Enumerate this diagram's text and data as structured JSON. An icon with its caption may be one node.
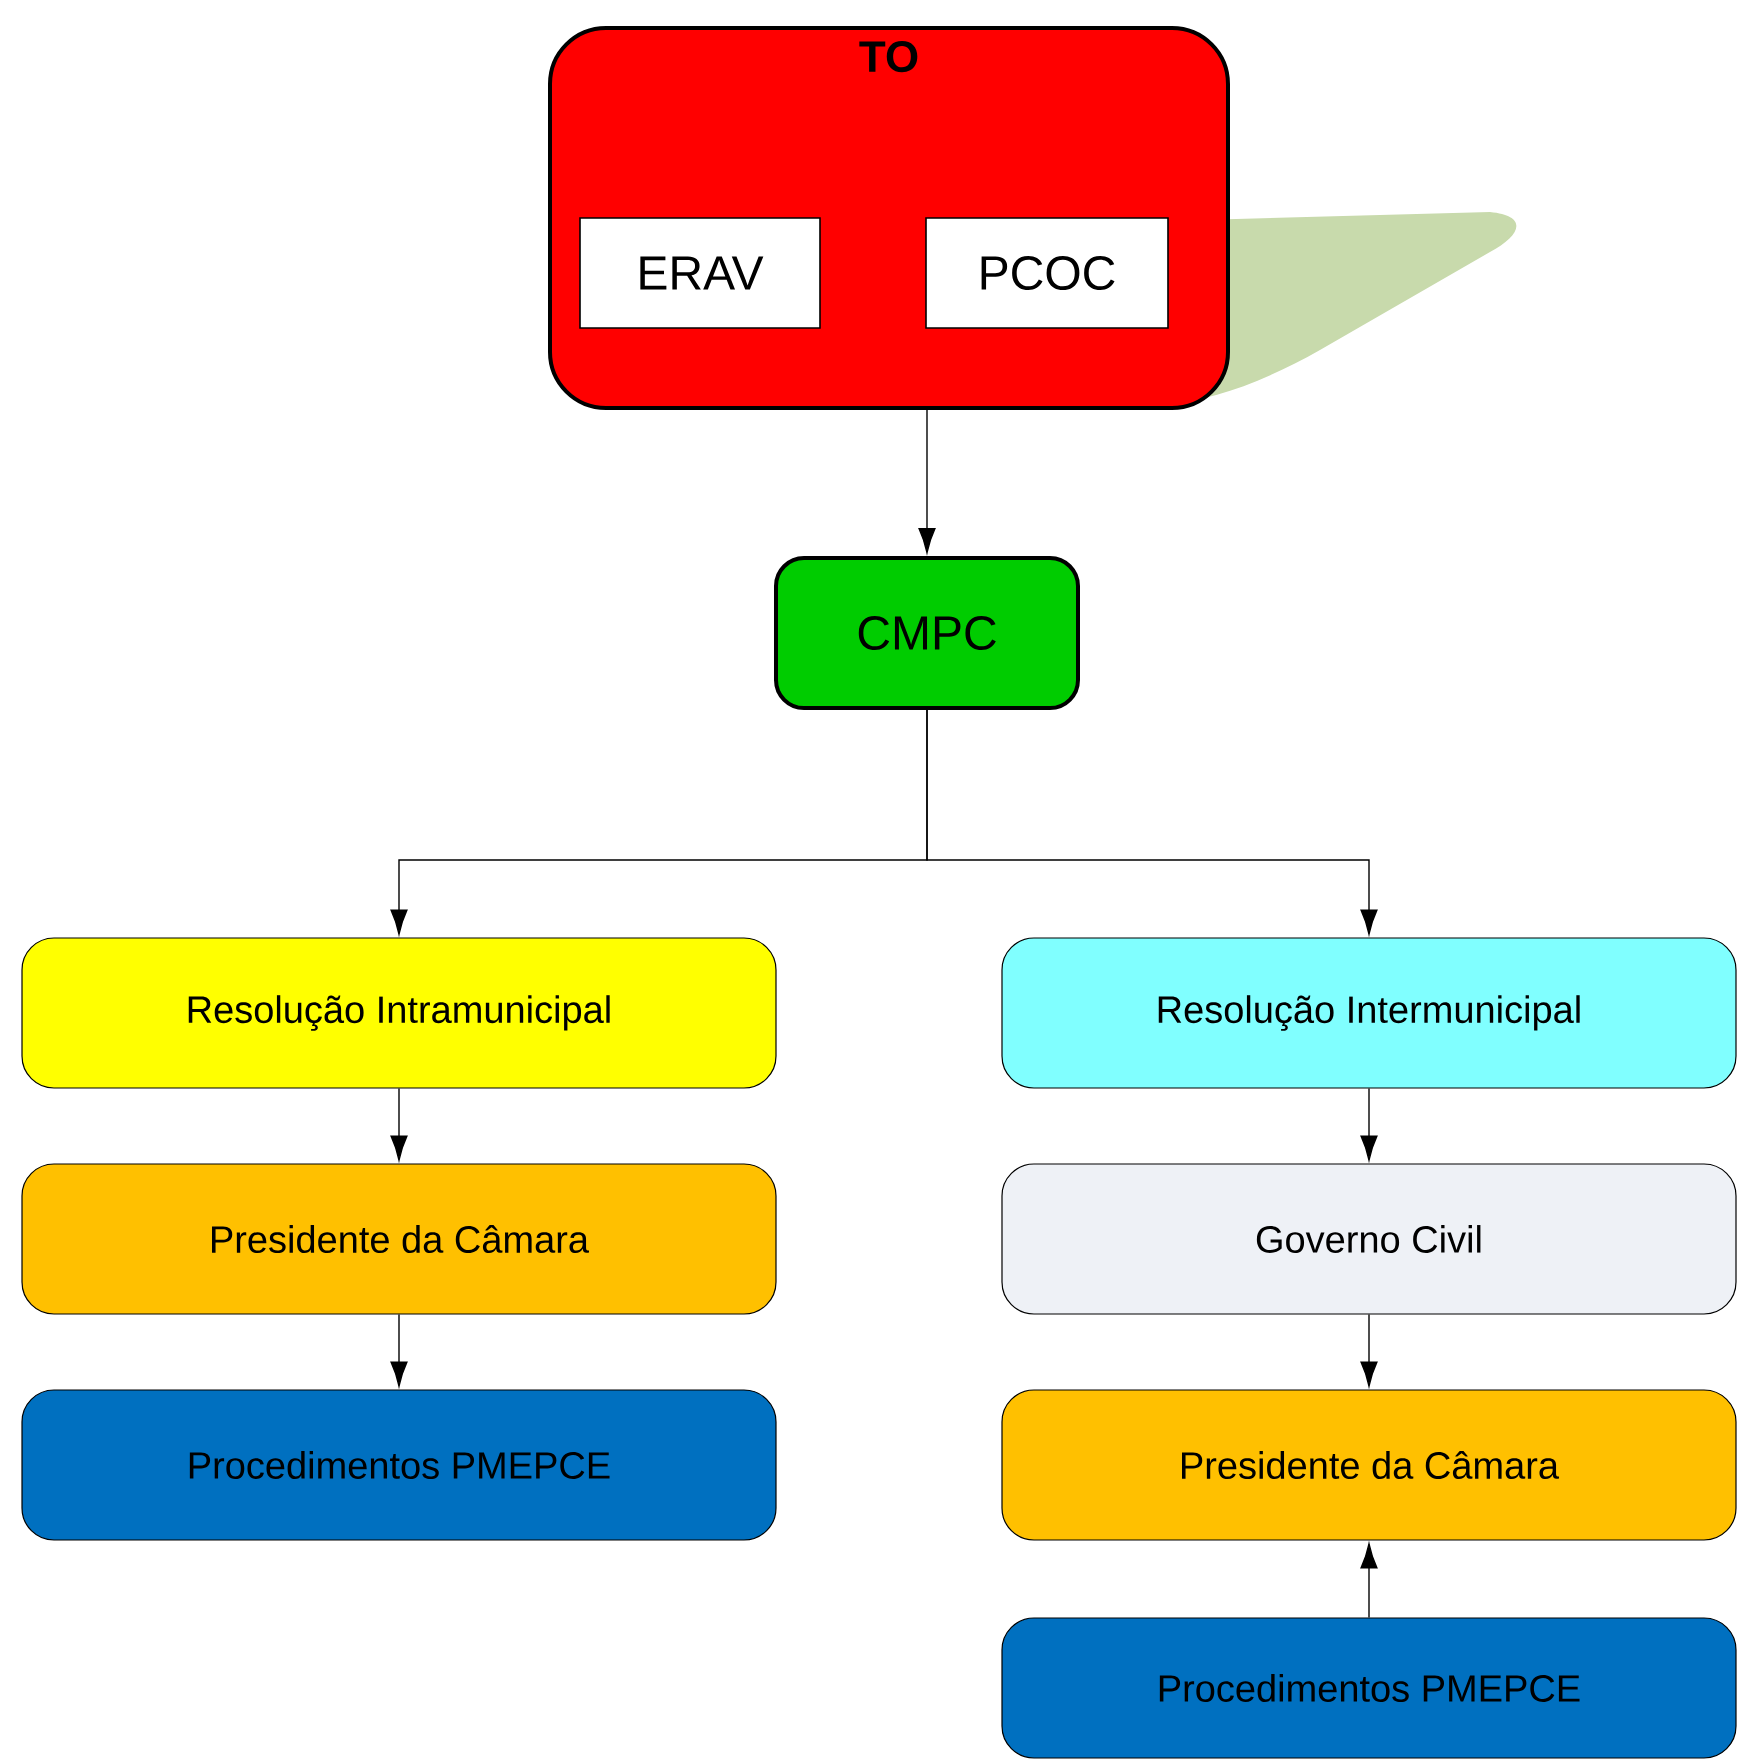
{
  "diagram": {
    "nodes": [
      {
        "text": [
          "TO"
        ]
      },
      {
        "text": [
          "ERAV"
        ],
        "in": 0
      },
      {
        "text": [
          "PCOC"
        ],
        "in": 0
      },
      {
        "text": [
          "CMPC"
        ]
      },
      {
        "text": [
          "Resolução Intramunicipal"
        ]
      },
      {
        "text": [
          "Resolução Intermunicipal"
        ]
      },
      {
        "text": [
          "Presidente da Câmara"
        ]
      },
      {
        "text": [
          "Procedimentos PMEPCE"
        ]
      },
      {
        "text": [
          "Governo Civil"
        ]
      },
      {
        "text": [
          "Presidente da Câmara"
        ]
      },
      {
        "text": [
          "Procedimentos PMEPCE"
        ]
      }
    ],
    "edges": [
      {
        "from": 0,
        "to": 3,
        "arrow": "to"
      },
      {
        "from": 3,
        "to": 4,
        "arrow": "to"
      },
      {
        "from": 3,
        "to": 5,
        "arrow": "to"
      },
      {
        "from": 4,
        "to": 6,
        "arrow": "to"
      },
      {
        "from": 6,
        "to": 7,
        "arrow": "to"
      },
      {
        "from": 5,
        "to": 8,
        "arrow": "to"
      },
      {
        "from": 8,
        "to": 9,
        "arrow": "to"
      },
      {
        "from": 10,
        "to": 9,
        "arrow": "to"
      }
    ]
  }
}
